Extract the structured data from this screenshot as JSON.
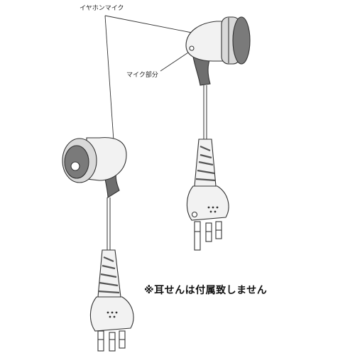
{
  "labels": {
    "earphone_mic": "イヤホンマイク",
    "mic_part": "マイク部分"
  },
  "note": "※耳せんは付属致しません",
  "colors": {
    "line": "#333333",
    "shell": "#f2f2f2",
    "cap_dark": "#7a7a7a",
    "cap_light": "#d9d9d9",
    "stem": "#6e6e6e"
  }
}
